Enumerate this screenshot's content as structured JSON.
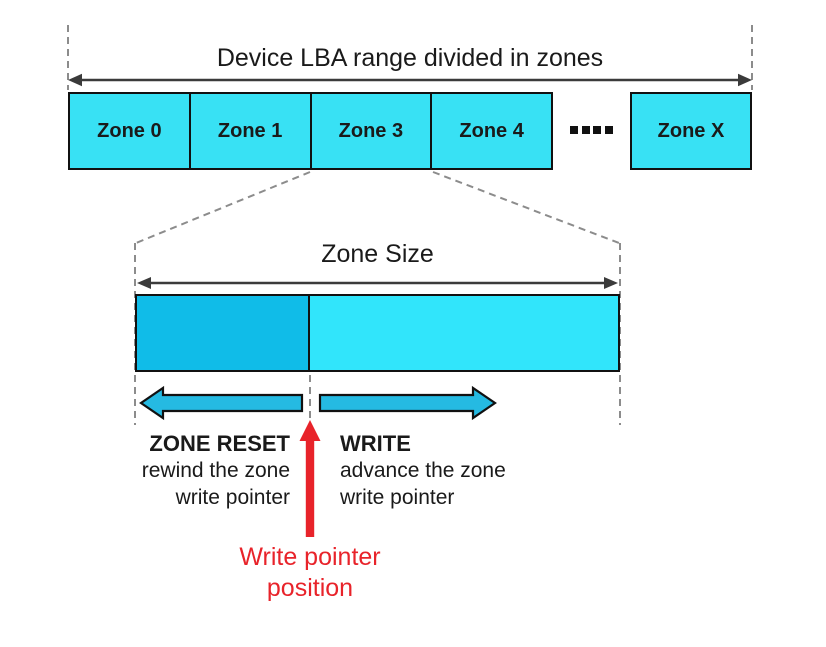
{
  "diagram": {
    "title": "Device LBA range divided in zones",
    "zones": [
      {
        "label": "Zone 0"
      },
      {
        "label": "Zone 1"
      },
      {
        "label": "Zone 3"
      },
      {
        "label": "Zone 4"
      },
      {
        "label": "Zone X"
      }
    ],
    "ellipsis_icon": "four-square-dots",
    "zone_size_label": "Zone Size",
    "operations": {
      "zone_reset": {
        "title": "ZONE RESET",
        "description_line1": "rewind the zone",
        "description_line2": "write pointer"
      },
      "write": {
        "title": "WRITE",
        "description_line1": "advance the zone",
        "description_line2": "write pointer"
      }
    },
    "write_pointer": {
      "label_line1": "Write pointer",
      "label_line2": "position"
    },
    "colors": {
      "zone_fill": "#38e1f4",
      "written_fill": "#10bce8",
      "unwritten_fill": "#31e5fb",
      "operation_arrow_fill": "#25bae2",
      "write_pointer_red": "#e8232a",
      "dash_gray": "#8c8c8c",
      "arrow_dark": "#3b3b3b",
      "line_black": "#111111",
      "text_black": "#1a1a1a"
    }
  }
}
